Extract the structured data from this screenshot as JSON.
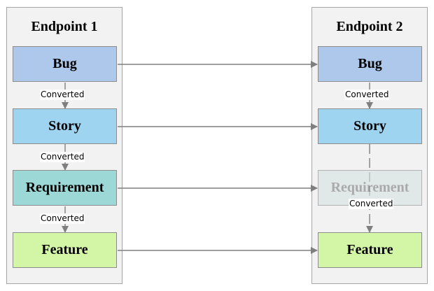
{
  "endpoints": [
    {
      "title": "Endpoint 1",
      "items": [
        {
          "label": "Bug",
          "color": "#adc8ea"
        },
        {
          "label": "Story",
          "color": "#9fd4f0"
        },
        {
          "label": "Requirement",
          "color": "#9cd8d5"
        },
        {
          "label": "Feature",
          "color": "#d3f5a6"
        }
      ],
      "conversions": [
        "Converted",
        "Converted",
        "Converted"
      ]
    },
    {
      "title": "Endpoint 2",
      "items": [
        {
          "label": "Bug",
          "color": "#adc8ea"
        },
        {
          "label": "Story",
          "color": "#9fd4f0"
        },
        {
          "label": "Requirement",
          "color": "#d6e2e3",
          "faded": true
        },
        {
          "label": "Feature",
          "color": "#d3f5a6"
        }
      ],
      "conversions": [
        "Converted",
        "Converted"
      ]
    }
  ],
  "colors": {
    "panel_bg": "#f2f2f2",
    "panel_border": "#a6a6a6",
    "arrow": "#7f7f7f"
  }
}
